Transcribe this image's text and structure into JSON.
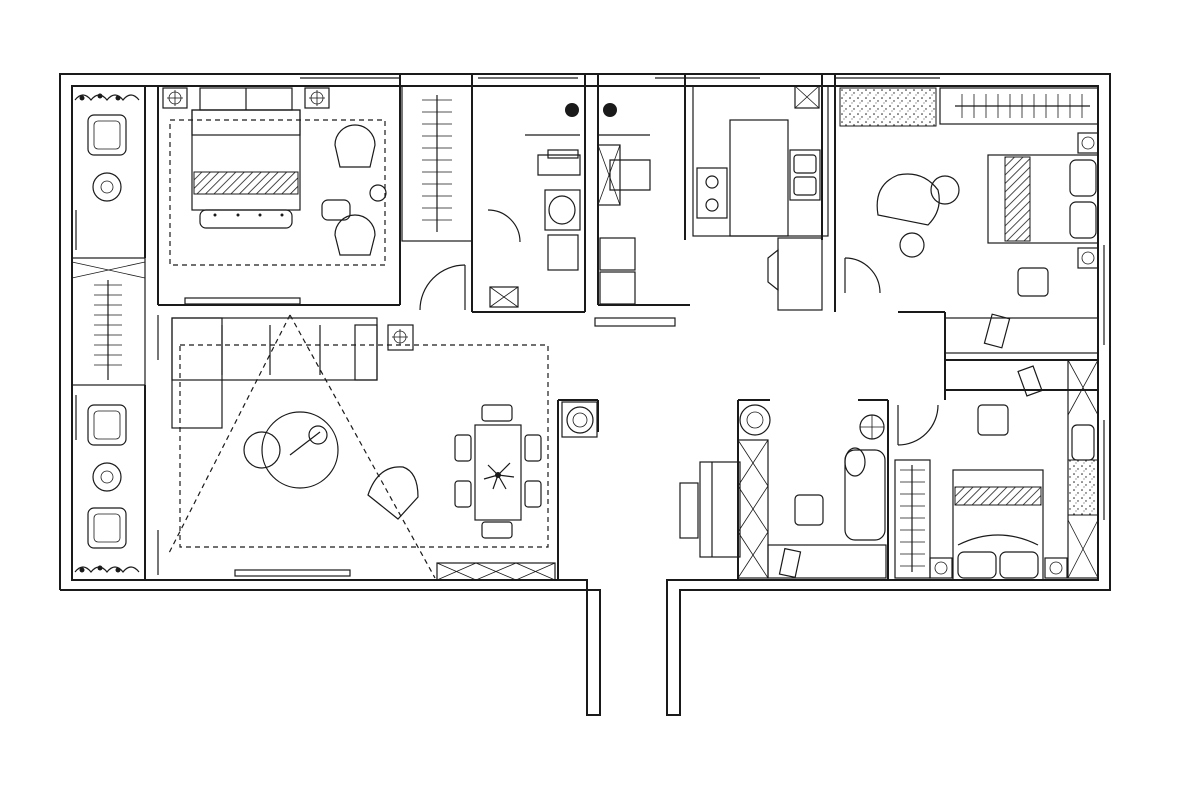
{
  "plan": {
    "line_color": "#1a1a1a",
    "background_color": "#ffffff",
    "rooms": [
      {
        "id": "master-bedroom",
        "text": ""
      },
      {
        "id": "living-dining",
        "text": ""
      },
      {
        "id": "bathroom-1",
        "text": ""
      },
      {
        "id": "bathroom-2",
        "text": ""
      },
      {
        "id": "kitchen",
        "text": ""
      },
      {
        "id": "bedroom-2",
        "text": ""
      },
      {
        "id": "study",
        "text": ""
      },
      {
        "id": "bedroom-3",
        "text": ""
      },
      {
        "id": "balcony-west",
        "text": ""
      }
    ],
    "icons": [
      "bed-icon",
      "sofa-icon",
      "dining-table-icon",
      "armchair-icon",
      "toilet-icon",
      "sink-icon",
      "stove-icon",
      "plant-icon",
      "lamp-icon",
      "door-swing-icon",
      "wardrobe-icon",
      "desk-icon"
    ]
  }
}
